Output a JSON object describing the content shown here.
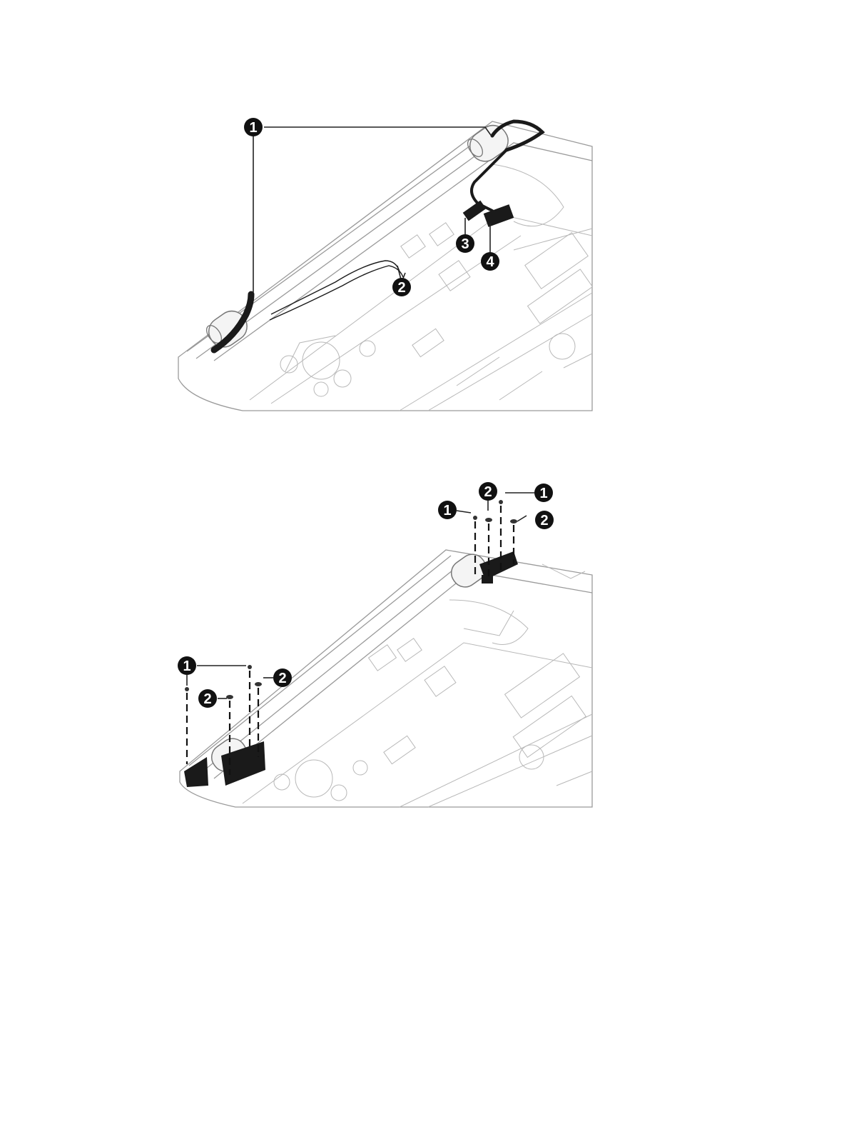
{
  "figure_1": {
    "callouts": [
      {
        "label": "1"
      },
      {
        "label": "2"
      },
      {
        "label": "3"
      },
      {
        "label": "4"
      }
    ]
  },
  "figure_2": {
    "callouts": [
      {
        "label": "2"
      },
      {
        "label": "1"
      },
      {
        "label": "1"
      },
      {
        "label": "2"
      },
      {
        "label": "1"
      },
      {
        "label": "2"
      },
      {
        "label": "2"
      }
    ]
  },
  "colors": {
    "line": "#555555",
    "light_line": "#b8b8b8",
    "callout_fill": "#111111",
    "part_dark": "#1a1a1a"
  }
}
